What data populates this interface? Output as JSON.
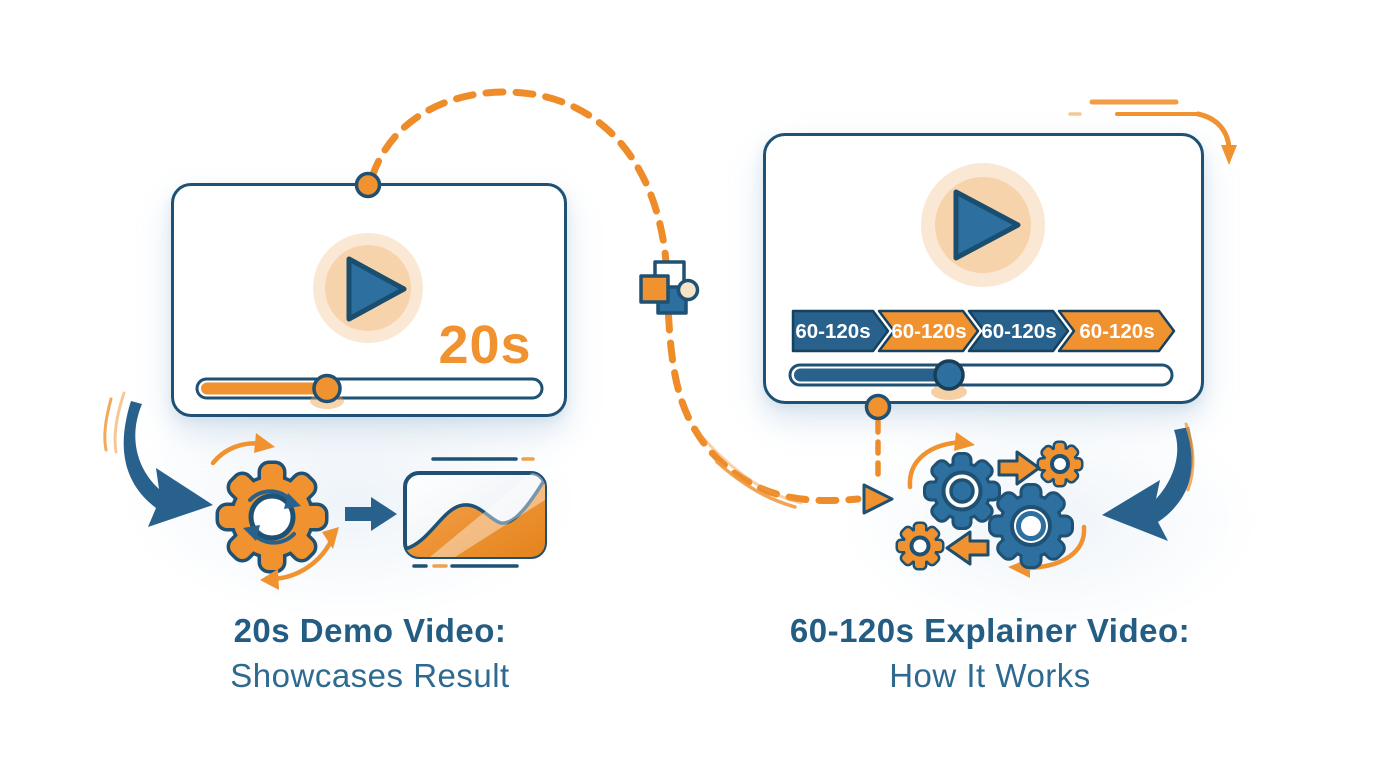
{
  "colors": {
    "accent_orange": "#f0922f",
    "deep_blue": "#27618c",
    "outline_blue": "#1e5173",
    "glow_peach": "#f7d3ab",
    "caption_blue_bold": "#245d83",
    "caption_blue_regular": "#2e6a90"
  },
  "left_card": {
    "duration_badge": "20s",
    "icons": [
      "play-icon",
      "progress-bar",
      "progress-knob-icon",
      "timeline-dot-icon"
    ]
  },
  "right_card": {
    "segments": [
      {
        "label": "60-120s"
      },
      {
        "label": "60-120s"
      },
      {
        "label": "60-120s"
      },
      {
        "label": "60-120s"
      }
    ],
    "icons": [
      "play-icon",
      "segmented-timeline-icon",
      "progress-bar",
      "progress-knob-icon",
      "timeline-dot-icon"
    ]
  },
  "flow": {
    "icons": [
      "dashed-flow-curve",
      "frames-stack-icon",
      "flow-arrowhead-icon",
      "speed-lines-icon",
      "corner-curve-arrow-icon"
    ]
  },
  "left_process": {
    "icons": [
      "swoosh-arrow-icon",
      "gear-cycle-icon",
      "arrow-right-icon",
      "image-chart-icon"
    ]
  },
  "right_process": {
    "icons": [
      "gears-mesh-icon",
      "arrow-right-icon",
      "arrow-left-icon",
      "swoosh-arrow-icon"
    ]
  },
  "captions": {
    "left_title": "20s Demo Video:",
    "left_subtitle": "Showcases Result",
    "right_title": "60-120s Explainer Video:",
    "right_subtitle": "How It Works"
  }
}
